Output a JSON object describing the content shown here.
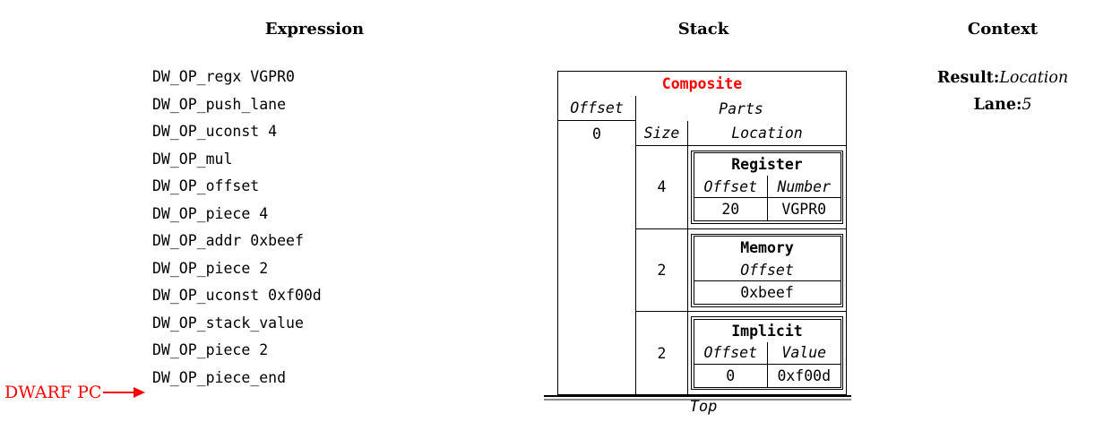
{
  "columns": {
    "expression_title": "Expression",
    "stack_title": "Stack",
    "context_title": "Context"
  },
  "expression": {
    "ops": [
      "DW_OP_regx VGPR0",
      "DW_OP_push_lane",
      "DW_OP_uconst 4",
      "DW_OP_mul",
      "DW_OP_offset",
      "DW_OP_piece 4",
      "DW_OP_addr 0xbeef",
      "DW_OP_piece 2",
      "DW_OP_uconst 0xf00d",
      "DW_OP_stack_value",
      "DW_OP_piece 2",
      "DW_OP_piece_end"
    ],
    "pc_label": "DWARF PC"
  },
  "stack": {
    "composite_label": "Composite",
    "offset_header": "Offset",
    "offset_value": "0",
    "parts_header": "Parts",
    "size_header": "Size",
    "location_header": "Location",
    "top_label": "Top",
    "parts": [
      {
        "size": "4",
        "type": "Register",
        "headers": [
          "Offset",
          "Number"
        ],
        "values": [
          "20",
          "VGPR0"
        ]
      },
      {
        "size": "2",
        "type": "Memory",
        "headers": [
          "Offset"
        ],
        "values": [
          "0xbeef"
        ]
      },
      {
        "size": "2",
        "type": "Implicit",
        "headers": [
          "Offset",
          "Value"
        ],
        "values": [
          "0",
          "0xf00d"
        ]
      }
    ]
  },
  "context": {
    "result_label": "Result:",
    "result_value": "Location",
    "lane_label": "Lane:",
    "lane_value": "5"
  },
  "colors": {
    "accent_red": "#ff0000",
    "text": "#000000"
  }
}
